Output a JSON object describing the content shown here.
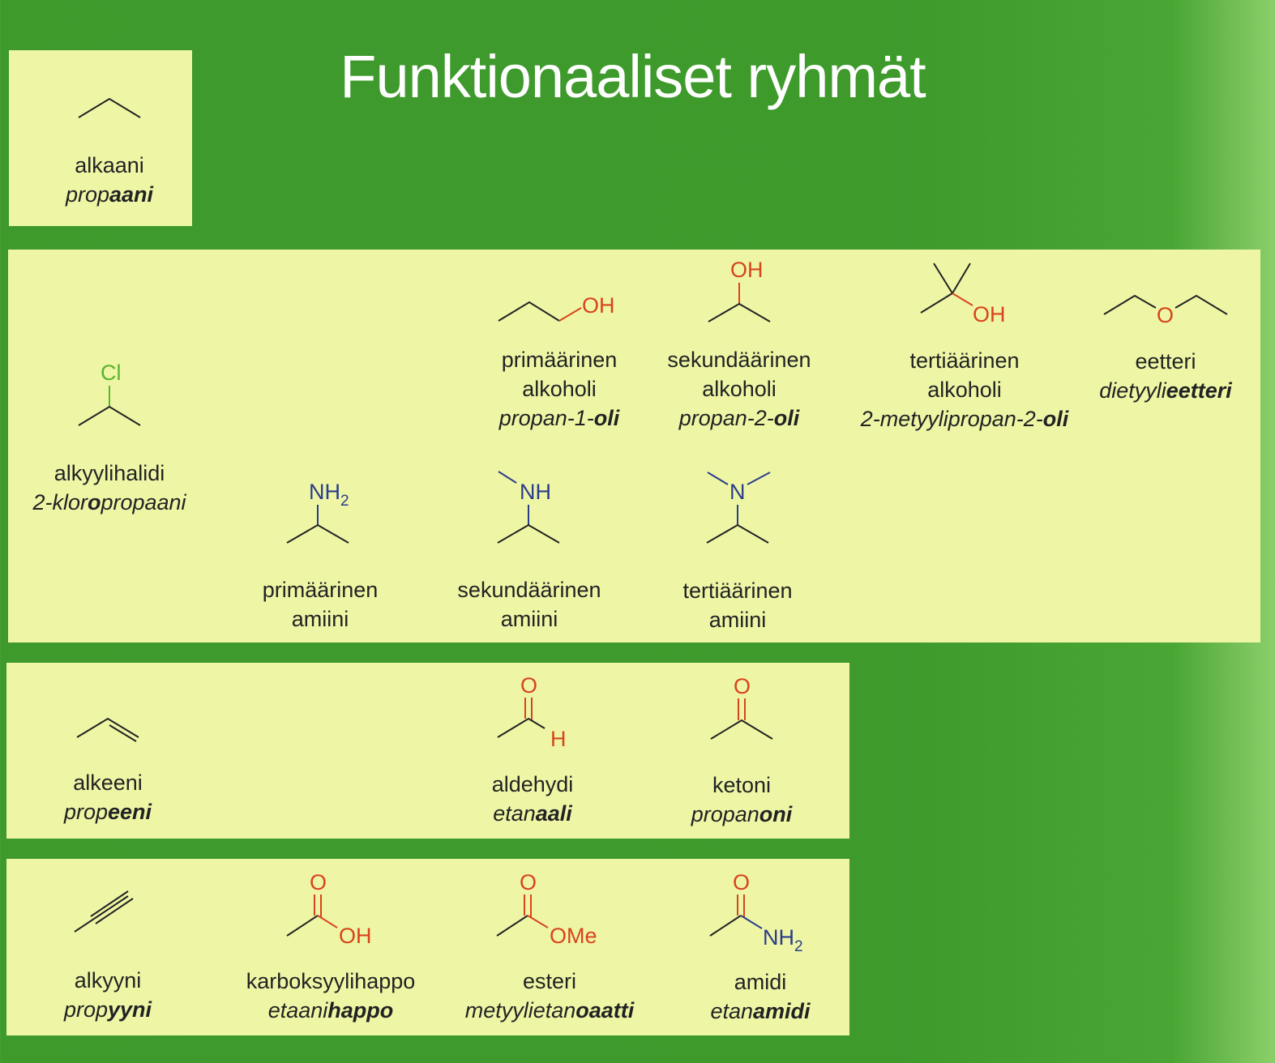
{
  "title": "Funktionaaliset ryhmät",
  "colors": {
    "background": "#3f9a2c",
    "panel": "#eef6a6",
    "oxygen": "#d8441c",
    "nitrogen": "#2a3c8a",
    "chlorine": "#5cb32e"
  },
  "atoms": {
    "cl": "Cl",
    "oh": "OH",
    "o": "O",
    "nh": "NH",
    "n": "N",
    "h": "H",
    "ome": "OMe",
    "sub2": "2"
  },
  "groups": [
    {
      "lines": [
        "alkaani"
      ],
      "name": {
        "pre": "prop",
        "bold": "aani",
        "post": ""
      }
    },
    {
      "lines": [
        "alkyylihalidi"
      ],
      "name": {
        "pre": "2-klor",
        "bold": "o",
        "post": "propaani"
      }
    },
    {
      "lines": [
        "primäärinen",
        "alkoholi"
      ],
      "name": {
        "pre": "propan-1-",
        "bold": "oli",
        "post": ""
      }
    },
    {
      "lines": [
        "sekundäärinen",
        "alkoholi"
      ],
      "name": {
        "pre": "propan-2-",
        "bold": "oli",
        "post": ""
      }
    },
    {
      "lines": [
        "tertiäärinen",
        "alkoholi"
      ],
      "name": {
        "pre": "2-metyylipropan-2-",
        "bold": "oli",
        "post": ""
      }
    },
    {
      "lines": [
        "eetteri"
      ],
      "name": {
        "pre": "dietyyli",
        "bold": "eetteri",
        "post": ""
      }
    },
    {
      "lines": [
        "primäärinen",
        "amiini"
      ]
    },
    {
      "lines": [
        "sekundäärinen",
        "amiini"
      ]
    },
    {
      "lines": [
        "tertiäärinen",
        "amiini"
      ]
    },
    {
      "lines": [
        "alkeeni"
      ],
      "name": {
        "pre": "prop",
        "bold": "eeni",
        "post": ""
      }
    },
    {
      "lines": [
        "aldehydi"
      ],
      "name": {
        "pre": "etan",
        "bold": "aali",
        "post": ""
      }
    },
    {
      "lines": [
        "ketoni"
      ],
      "name": {
        "pre": "propan",
        "bold": "oni",
        "post": ""
      }
    },
    {
      "lines": [
        "alkyyni"
      ],
      "name": {
        "pre": "prop",
        "bold": "yyni",
        "post": ""
      }
    },
    {
      "lines": [
        "karboksyylihappo"
      ],
      "name": {
        "pre": "etaani",
        "bold": "happo",
        "post": ""
      }
    },
    {
      "lines": [
        "esteri"
      ],
      "name": {
        "pre": "metyylietan",
        "bold": "oaatti",
        "post": ""
      }
    },
    {
      "lines": [
        "amidi"
      ],
      "name": {
        "pre": "etan",
        "bold": "amidi",
        "post": ""
      }
    }
  ]
}
